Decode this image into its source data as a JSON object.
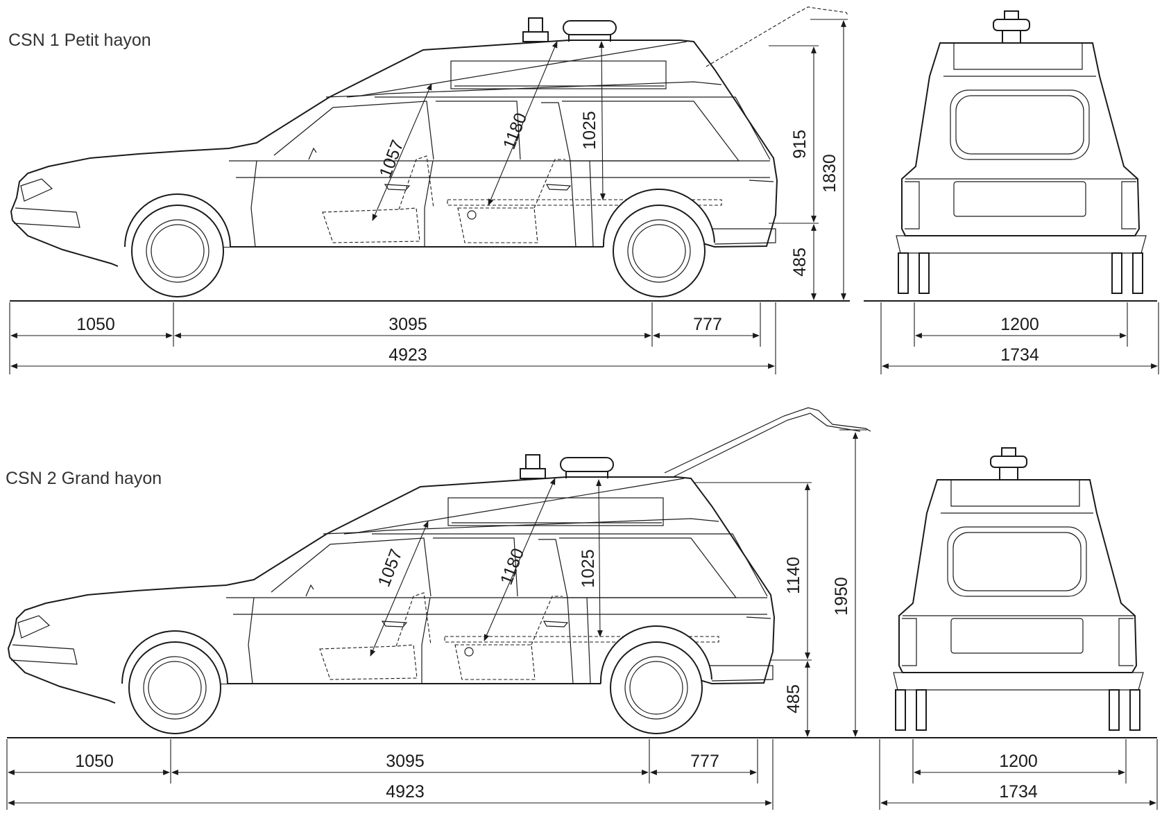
{
  "panels": [
    {
      "title": "CSN 1 Petit hayon",
      "interior": {
        "seat_angle": "1057",
        "long_diag": "1180",
        "cabin_height": "1025"
      },
      "side": {
        "upper_height": "915",
        "overall_height": "1830",
        "floor_height": "485",
        "front_overhang": "1050",
        "wheelbase": "3095",
        "rear_overhang": "777",
        "length": "4923"
      },
      "rear": {
        "track": "1200",
        "width": "1734"
      }
    },
    {
      "title": "CSN 2 Grand hayon",
      "interior": {
        "seat_angle": "1057",
        "long_diag": "1180",
        "cabin_height": "1025"
      },
      "side": {
        "upper_height": "1140",
        "overall_height": "1950",
        "floor_height": "485",
        "front_overhang": "1050",
        "wheelbase": "3095",
        "rear_overhang": "777",
        "length": "4923"
      },
      "rear": {
        "track": "1200",
        "width": "1734"
      }
    }
  ]
}
